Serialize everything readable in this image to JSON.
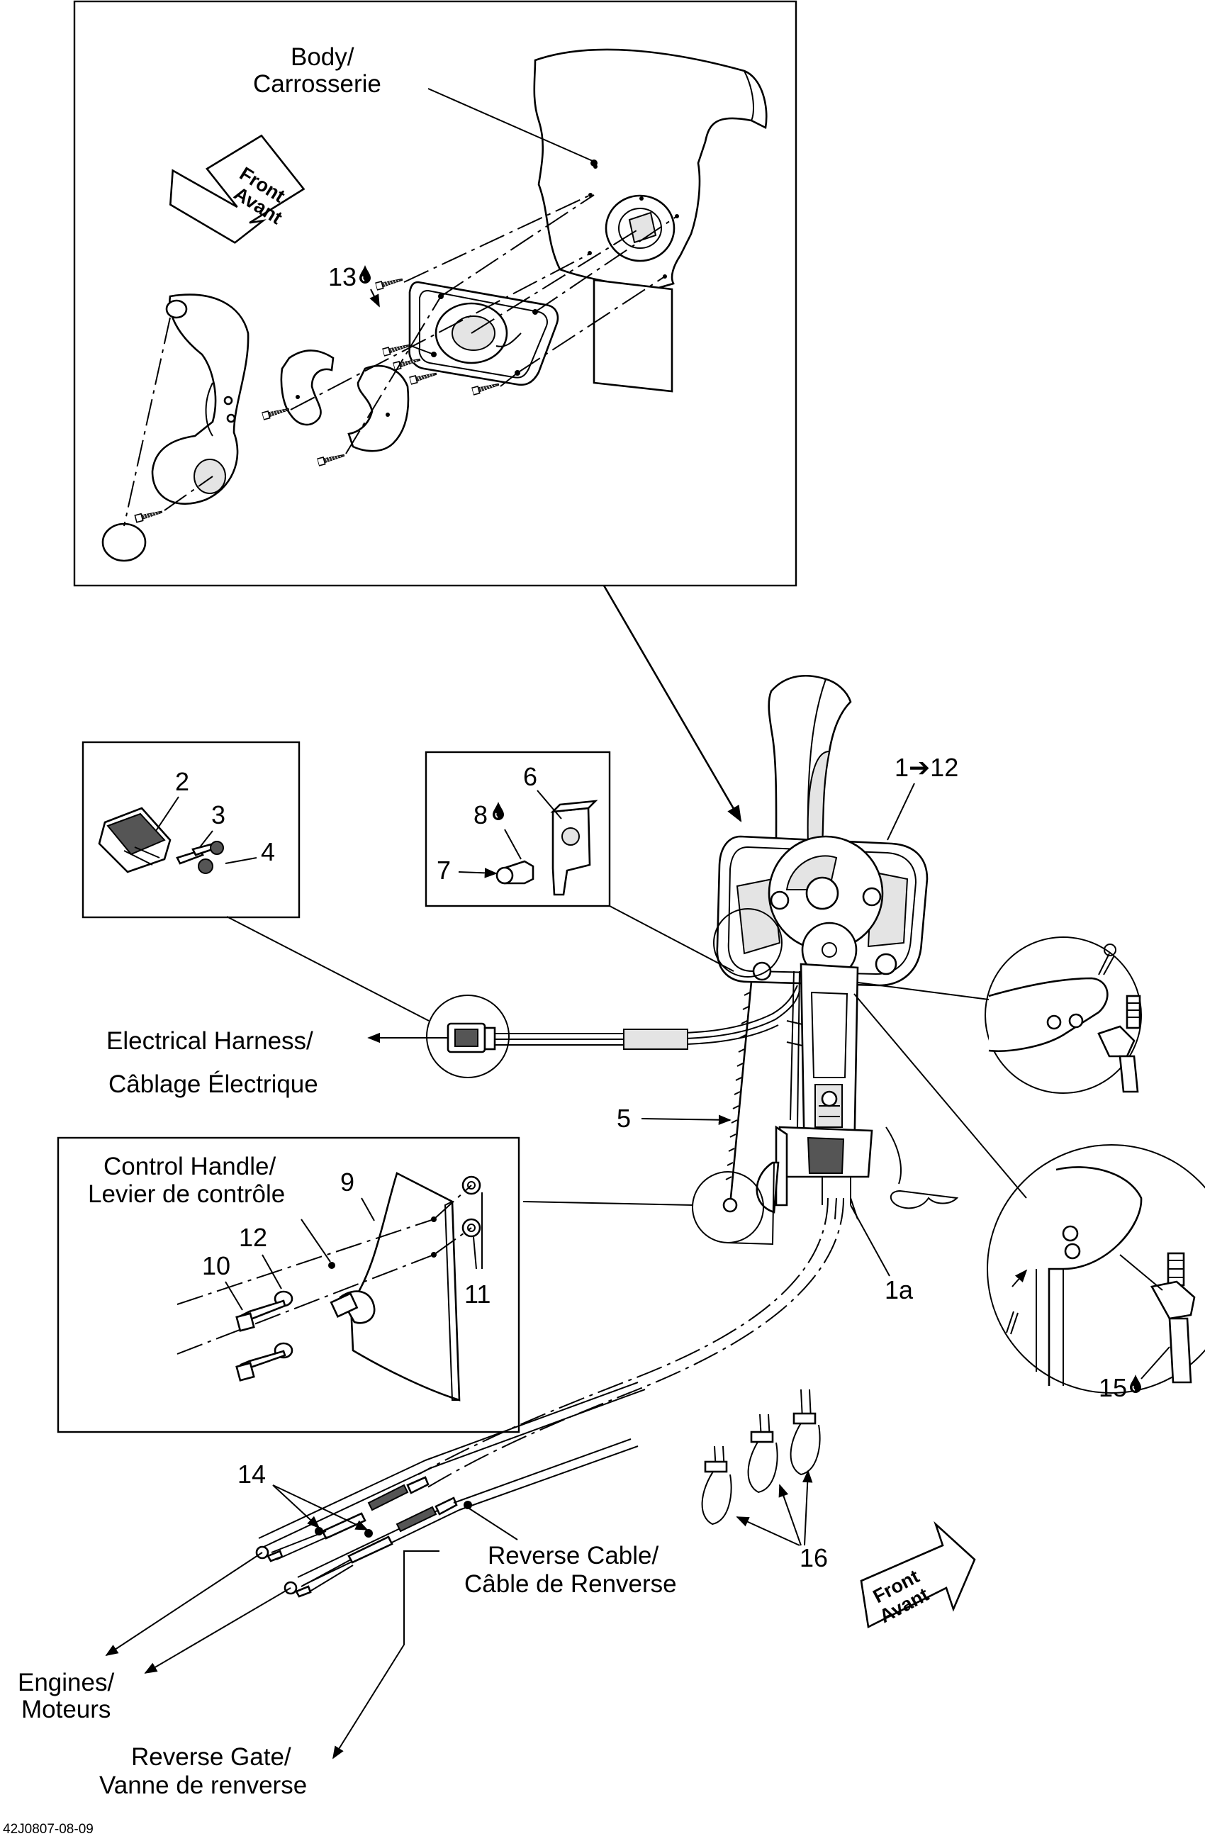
{
  "labels": {
    "body": [
      "Body/",
      "Carrosserie"
    ],
    "front_top": [
      "Front",
      "Avant"
    ],
    "front_bottom": [
      "Front",
      "Avant"
    ],
    "electrical_harness": [
      "Electrical  Harness/",
      "Câblage Électrique"
    ],
    "control_handle": [
      "Control Handle/",
      "Levier de contrôle"
    ],
    "reverse_cable": [
      "Reverse Cable/",
      "Câble de Renverse"
    ],
    "engines": [
      "Engines/",
      "Moteurs"
    ],
    "reverse_gate": [
      "Reverse Gate/",
      "Vanne de renverse"
    ],
    "drawing_ref": "42J0807-08-09"
  },
  "callouts": {
    "c1_12": "1➔12",
    "c1a": "1a",
    "c2": "2",
    "c3": "3",
    "c4": "4",
    "c5": "5",
    "c6": "6",
    "c7": "7",
    "c8": "8",
    "c9": "9",
    "c10": "10",
    "c11": "11",
    "c12": "12",
    "c13": "13",
    "c14": "14",
    "c15": "15",
    "c16": "16"
  },
  "icons": {
    "loctite_drop": "drop-icon",
    "front_arrow": "arrow-icon"
  }
}
